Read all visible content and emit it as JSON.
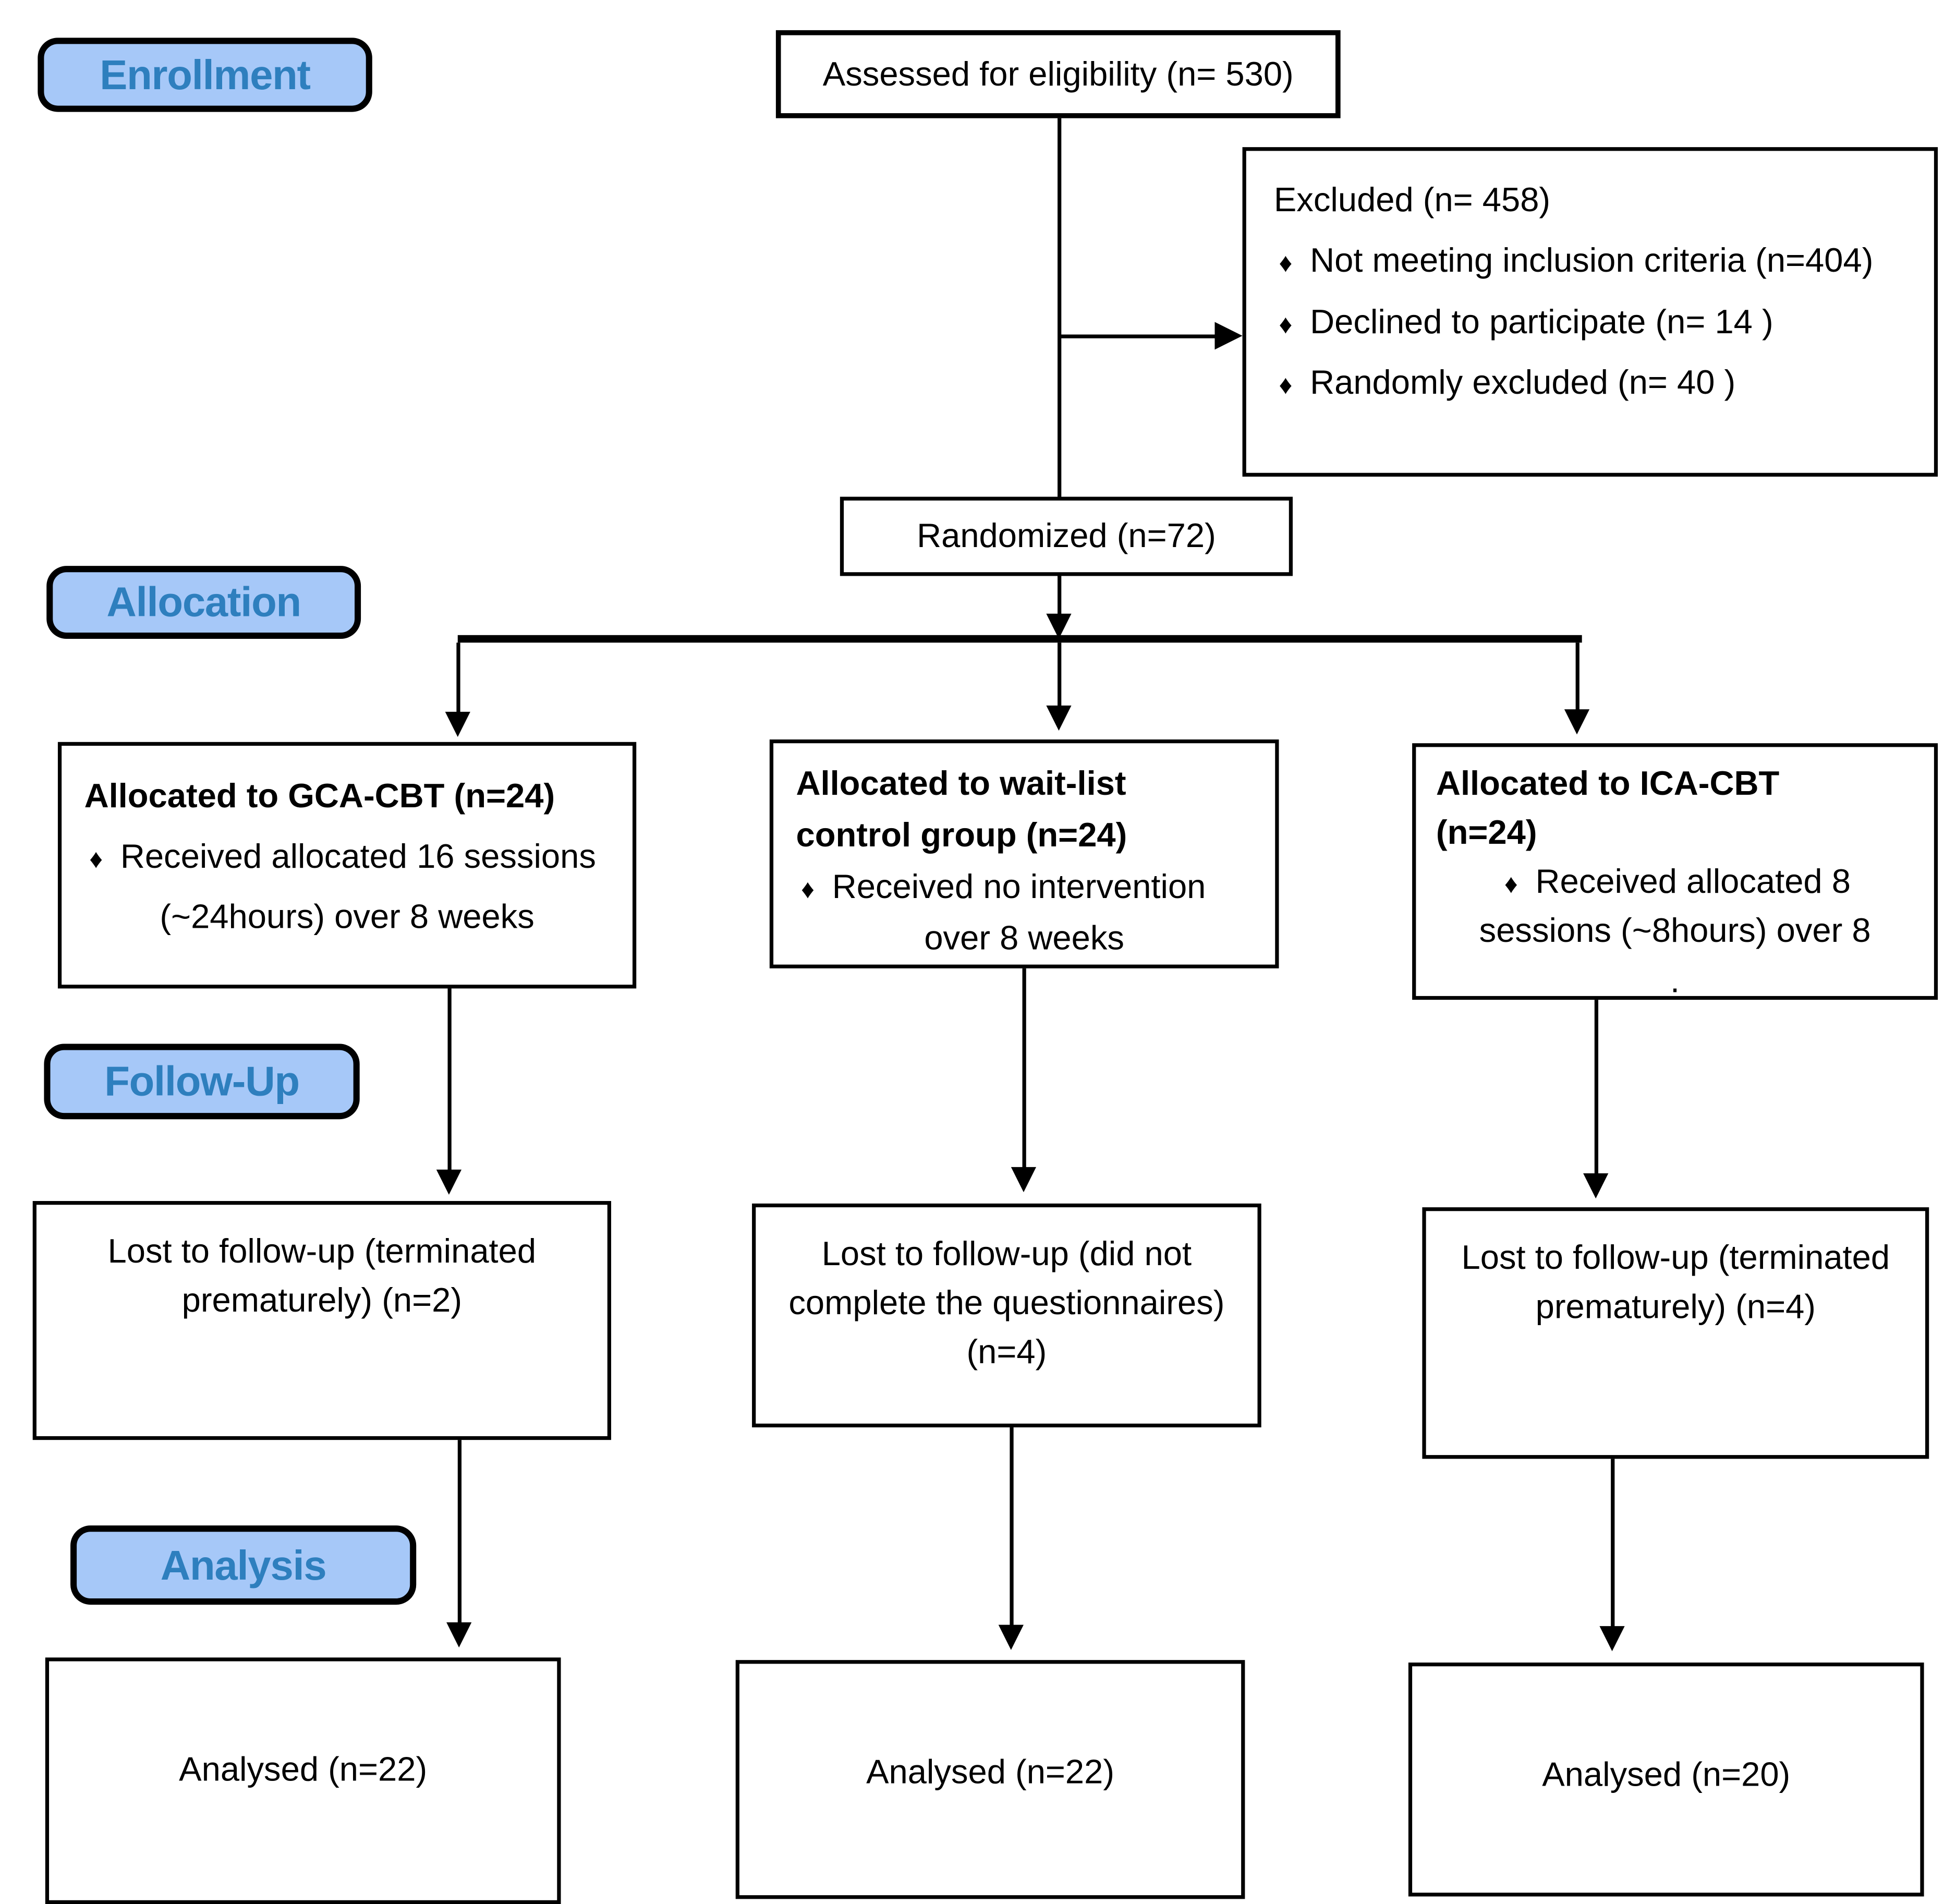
{
  "title": "CONSORT participant flow diagram",
  "colors": {
    "label_fill": "#A6C8F8",
    "label_text": "#2E7FBE",
    "line": "#000000",
    "box_background": "#FFFFFF"
  },
  "icons": {
    "bullet": "♦"
  },
  "stage_labels": {
    "enrollment": "Enrollment",
    "allocation": "Allocation",
    "followup": "Follow-Up",
    "analysis": "Analysis"
  },
  "boxes": {
    "assessed": {
      "text": "Assessed for eligibility (n= 530)"
    },
    "excluded": {
      "title": "Excluded (n= 458)",
      "items": [
        "Not meeting inclusion criteria (n=404)",
        "Declined to participate (n= 14 )",
        "Randomly excluded (n= 40 )"
      ]
    },
    "randomized": {
      "text": "Randomized (n=72)"
    },
    "alloc_left": {
      "title": "Allocated to GCA-CBT (n=24)",
      "bullet_text": "Received allocated 16 sessions",
      "continuation": "(~24hours) over 8 weeks"
    },
    "alloc_mid": {
      "title_line1": "Allocated to wait-list",
      "title_line2": "control group (n=24)",
      "bullet_text": "Received no intervention",
      "continuation": "over 8 weeks"
    },
    "alloc_right": {
      "title_line1": "Allocated to ICA-CBT",
      "title_line2": "(n=24)",
      "bullet_text": "Received allocated 8",
      "continuation": "sessions (~8hours) over 8",
      "trailing_mark": "."
    },
    "fu_left": {
      "text": "Lost to follow-up (terminated prematurely) (n=2)"
    },
    "fu_mid": {
      "text": "Lost to follow-up (did not complete the questionnaires) (n=4)"
    },
    "fu_right": {
      "text": "Lost to follow-up (terminated prematurely) (n=4)"
    },
    "an_left": {
      "text": "Analysed (n=22)"
    },
    "an_mid": {
      "text": "Analysed (n=22)"
    },
    "an_right": {
      "text": "Analysed (n=20)"
    }
  }
}
